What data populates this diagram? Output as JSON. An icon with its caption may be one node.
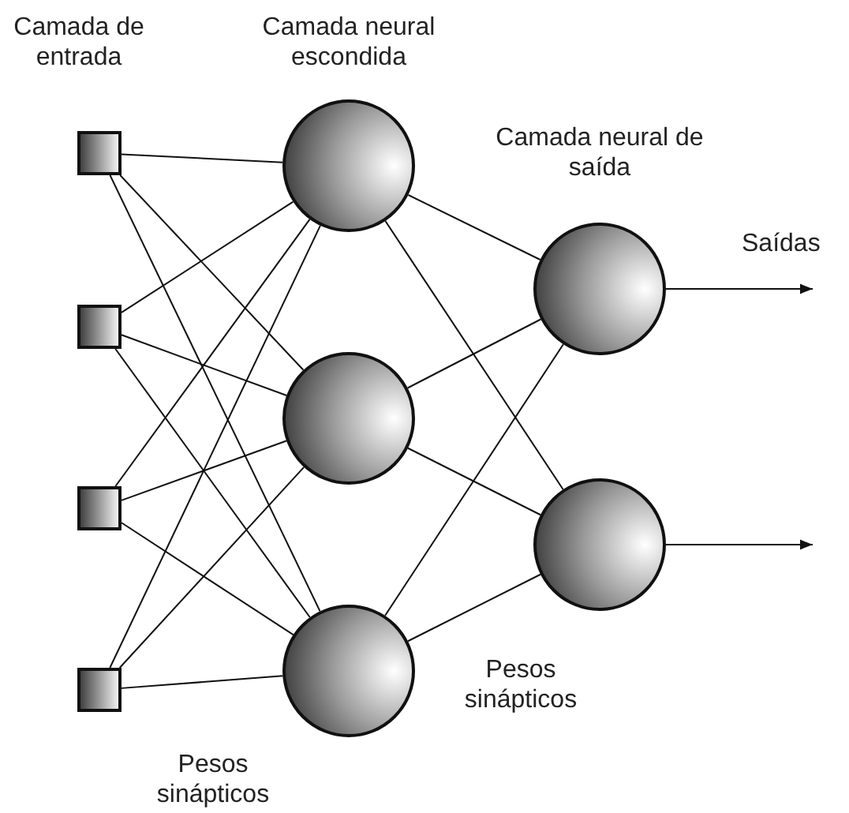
{
  "diagram": {
    "nodes": [
      {
        "text": [],
        "shape": "box"
      },
      {
        "text": [],
        "shape": "box"
      },
      {
        "text": [],
        "shape": "box"
      },
      {
        "text": [],
        "shape": "box"
      },
      {
        "text": [],
        "shape": "circle"
      },
      {
        "text": [],
        "shape": "circle"
      },
      {
        "text": [],
        "shape": "circle"
      },
      {
        "text": [],
        "shape": "circle"
      },
      {
        "text": [],
        "shape": "circle"
      }
    ],
    "edges": [
      {
        "from": 0,
        "to": 4,
        "arrow": "none"
      },
      {
        "from": 0,
        "to": 5,
        "arrow": "none"
      },
      {
        "from": 0,
        "to": 6,
        "arrow": "none"
      },
      {
        "from": 1,
        "to": 4,
        "arrow": "none"
      },
      {
        "from": 1,
        "to": 5,
        "arrow": "none"
      },
      {
        "from": 1,
        "to": 6,
        "arrow": "none"
      },
      {
        "from": 2,
        "to": 4,
        "arrow": "none"
      },
      {
        "from": 2,
        "to": 5,
        "arrow": "none"
      },
      {
        "from": 2,
        "to": 6,
        "arrow": "none"
      },
      {
        "from": 3,
        "to": 4,
        "arrow": "none"
      },
      {
        "from": 3,
        "to": 5,
        "arrow": "none"
      },
      {
        "from": 3,
        "to": 6,
        "arrow": "none"
      },
      {
        "from": 4,
        "to": 7,
        "arrow": "none"
      },
      {
        "from": 4,
        "to": 8,
        "arrow": "none"
      },
      {
        "from": 5,
        "to": 7,
        "arrow": "none"
      },
      {
        "from": 5,
        "to": 8,
        "arrow": "none"
      },
      {
        "from": 6,
        "to": 7,
        "arrow": "none"
      },
      {
        "from": 6,
        "to": 8,
        "arrow": "none"
      },
      {
        "from": 7,
        "to": null,
        "arrow": "to"
      },
      {
        "from": 8,
        "to": null,
        "arrow": "to"
      }
    ],
    "labels": [
      "Camada de entrada",
      "Camada neural escondida",
      "Camada neural de saída",
      "Saídas",
      "Pesos sinápticos",
      "Pesos sinápticos"
    ]
  }
}
